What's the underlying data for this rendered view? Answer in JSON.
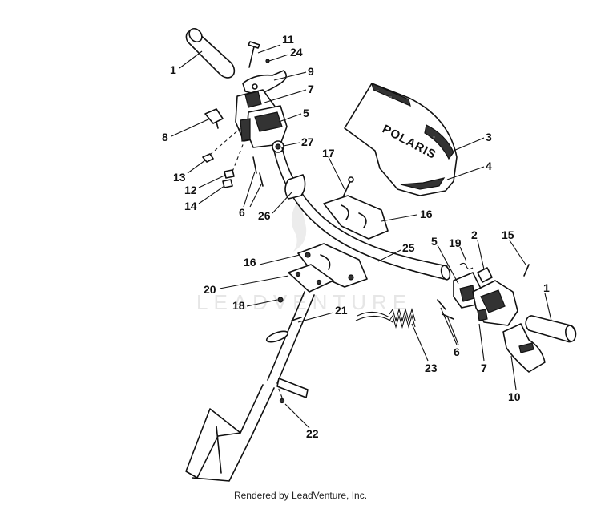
{
  "diagram": {
    "hood_brand": "POLARIS",
    "watermark": "LEADVENTURE",
    "footer": "Rendered by LeadVenture, Inc.",
    "callouts": [
      "1",
      "11",
      "24",
      "9",
      "7",
      "5",
      "3",
      "8",
      "27",
      "17",
      "4",
      "13",
      "12",
      "14",
      "6",
      "26",
      "16",
      "25",
      "5",
      "19",
      "2",
      "15",
      "16",
      "20",
      "18",
      "21",
      "1",
      "6",
      "7",
      "23",
      "10",
      "22"
    ]
  }
}
